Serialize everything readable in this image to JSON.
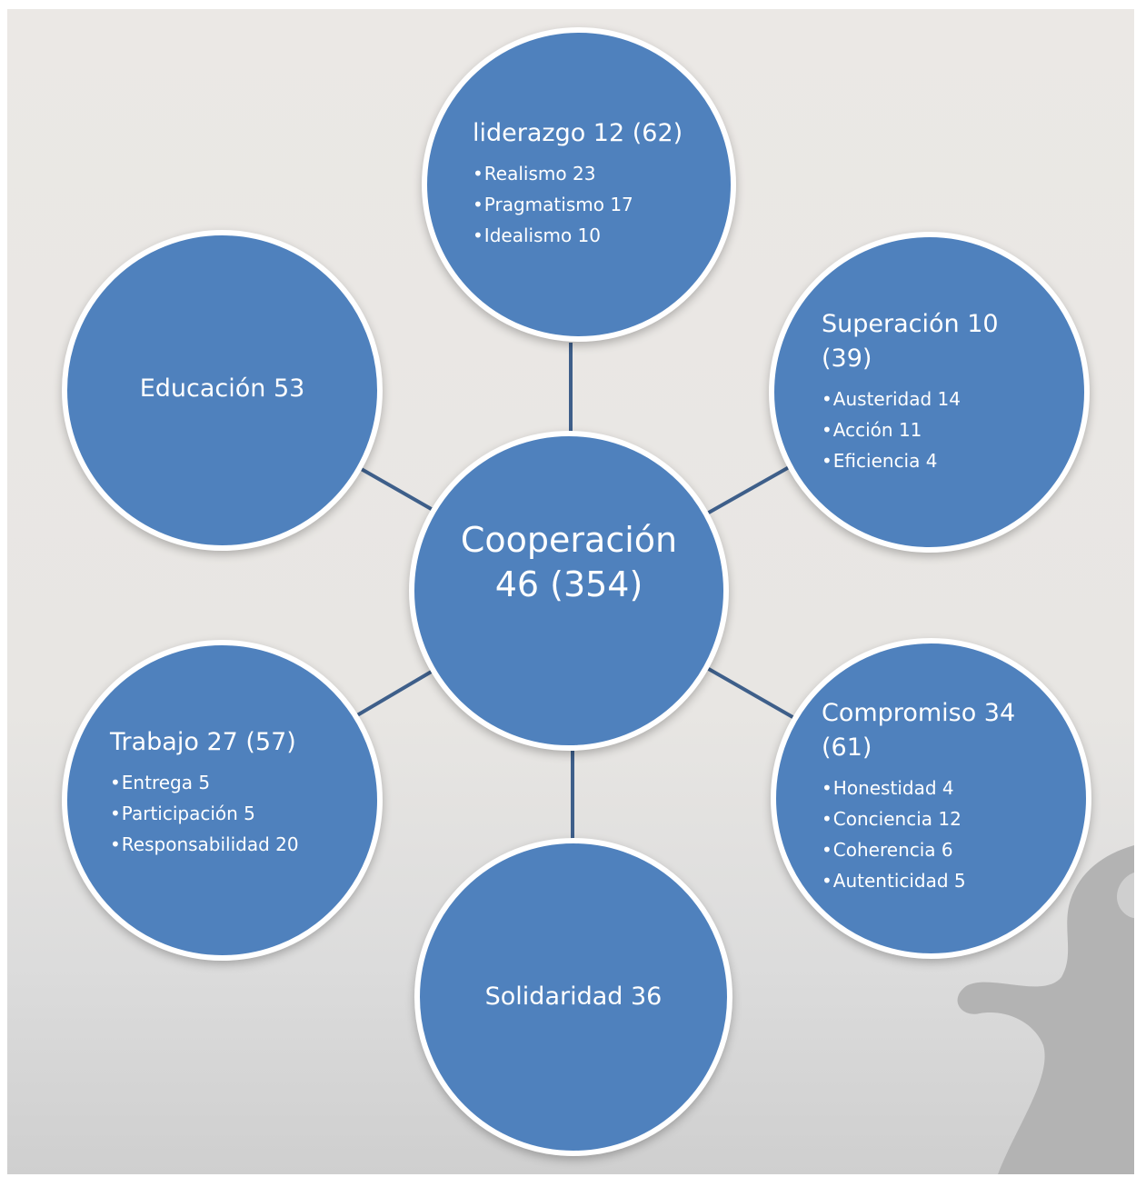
{
  "colors": {
    "circle_fill": "#4f81bd",
    "circle_border": "#ffffff",
    "connector": "#3e5f8a",
    "background": "#e9e7e4"
  },
  "center": {
    "line1": "Cooperación",
    "line2": "46 (354)"
  },
  "nodes": {
    "liderazgo": {
      "title": "liderazgo 12 (62)",
      "items": [
        "Realismo 23",
        "Pragmatismo 17",
        "Idealismo 10"
      ]
    },
    "superacion": {
      "title_line1": "Superación 10",
      "title_line2": "(39)",
      "items": [
        "Austeridad 14",
        "Acción 11",
        "Eficiencia 4"
      ]
    },
    "compromiso": {
      "title_line1": "Compromiso 34",
      "title_line2": "(61)",
      "items": [
        "Honestidad 4",
        "Conciencia 12",
        "Coherencia 6",
        "Autenticidad 5"
      ]
    },
    "solidaridad": {
      "title": "Solidaridad 36"
    },
    "trabajo": {
      "title": "Trabajo 27 (57)",
      "items": [
        "Entrega 5",
        "Participación 5",
        "Responsabilidad 20"
      ]
    },
    "educacion": {
      "title": "Educación 53"
    }
  }
}
